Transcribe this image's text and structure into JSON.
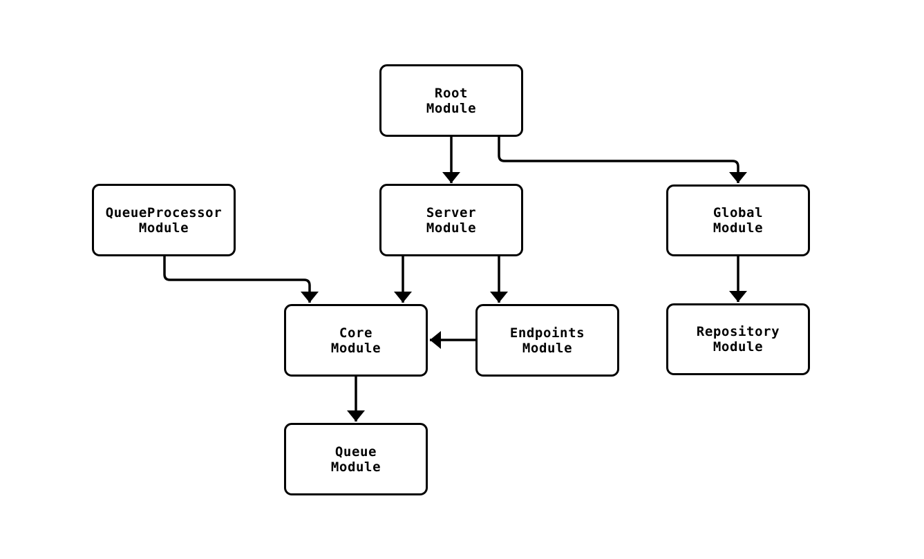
{
  "diagram": {
    "type": "module-dependency-graph",
    "nodes": [
      {
        "id": "root",
        "line1": "Root",
        "line2": "Module"
      },
      {
        "id": "queue_processor",
        "line1": "QueueProcessor",
        "line2": "Module"
      },
      {
        "id": "server",
        "line1": "Server",
        "line2": "Module"
      },
      {
        "id": "global",
        "line1": "Global",
        "line2": "Module"
      },
      {
        "id": "core",
        "line1": "Core",
        "line2": "Module"
      },
      {
        "id": "endpoints",
        "line1": "Endpoints",
        "line2": "Module"
      },
      {
        "id": "repository",
        "line1": "Repository",
        "line2": "Module"
      },
      {
        "id": "queue",
        "line1": "Queue",
        "line2": "Module"
      }
    ],
    "edges": [
      {
        "from": "Root Module",
        "to": "Server Module"
      },
      {
        "from": "Root Module",
        "to": "Global Module"
      },
      {
        "from": "QueueProcessor Module",
        "to": "Core Module"
      },
      {
        "from": "Server Module",
        "to": "Core Module"
      },
      {
        "from": "Server Module",
        "to": "Endpoints Module"
      },
      {
        "from": "Endpoints Module",
        "to": "Core Module"
      },
      {
        "from": "Global Module",
        "to": "Repository Module"
      },
      {
        "from": "Core Module",
        "to": "Queue Module"
      }
    ],
    "colors": {
      "background": "#ffffff",
      "node_fill": "#ffffff",
      "node_border": "#000000",
      "edge": "#000000",
      "text": "#000000"
    }
  }
}
